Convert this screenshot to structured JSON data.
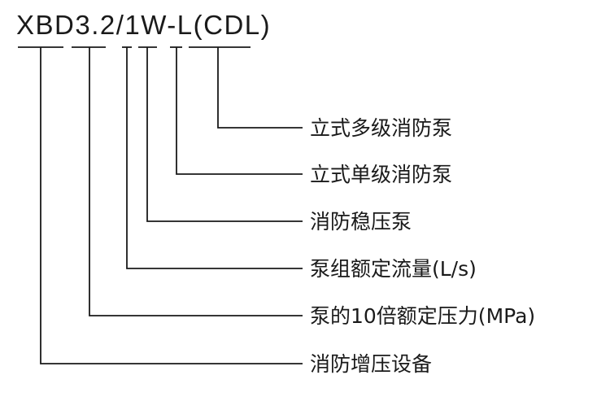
{
  "model_code": "XBD3.2/1W-L(CDL)",
  "labels": [
    "立式多级消防泵",
    "立式单级消防泵",
    "消防稳压泵",
    "泵组额定流量(L/s)",
    "泵的10倍额定压力(MPa)",
    "消防增压设备"
  ],
  "colors": {
    "ink": "#1a1a1a",
    "background": "#ffffff"
  }
}
